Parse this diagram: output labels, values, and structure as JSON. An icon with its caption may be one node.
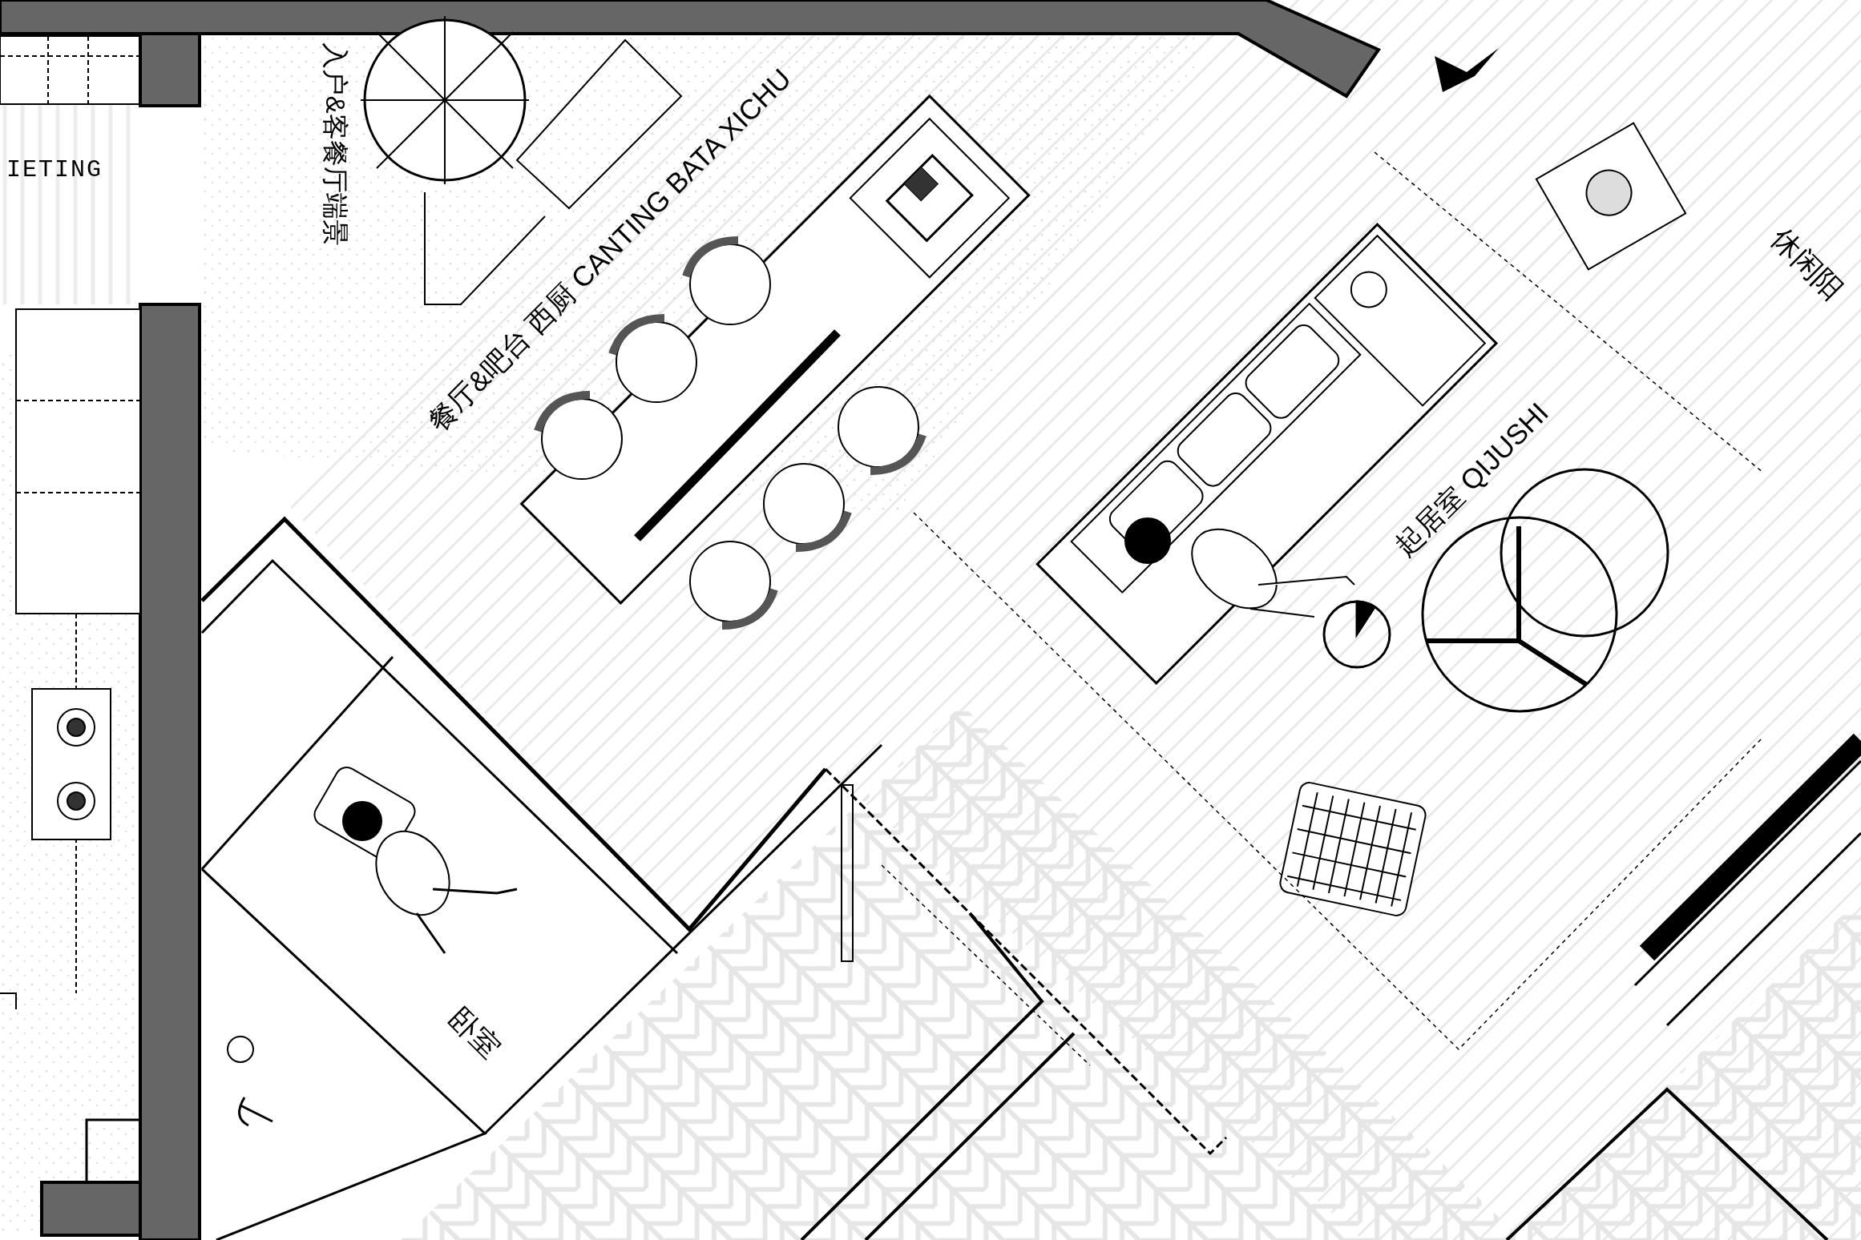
{
  "diagram": {
    "labels": [
      "入户&客餐厅端景",
      "IETING",
      "餐厅&吧台 西厨 CANTING BATA XICHU",
      "休闲阳",
      "起居室 QIJUSHI",
      "卧室"
    ]
  }
}
